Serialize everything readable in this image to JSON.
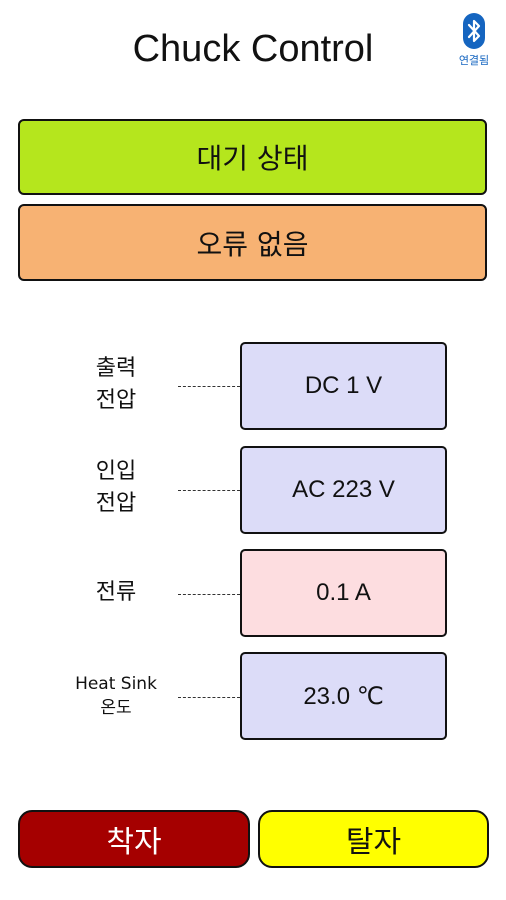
{
  "header": {
    "title": "Chuck Control",
    "bluetooth_icon": "bluetooth-icon",
    "bluetooth_status": "연결됨",
    "bluetooth_color": "#1565c0"
  },
  "status": {
    "state_text": "대기 상태",
    "state_color": "#b5e61d",
    "error_text": "오류 없음",
    "error_color": "#f7b273"
  },
  "readings": [
    {
      "label_line1": "출력",
      "label_line2": "전압",
      "value": "DC 1 V",
      "bg": "#dcdcf8"
    },
    {
      "label_line1": "인입",
      "label_line2": "전압",
      "value": "AC 223 V",
      "bg": "#dcdcf8"
    },
    {
      "label_line1": "전류",
      "label_line2": "",
      "value": "0.1 A",
      "bg": "#fddde0"
    },
    {
      "label_line1": "Heat Sink",
      "label_line2": "온도",
      "value": "23.0 ℃",
      "bg": "#dcdcf8"
    }
  ],
  "actions": {
    "attach_label": "착자",
    "attach_color": "#a50000",
    "detach_label": "탈자",
    "detach_color": "#ffff00"
  }
}
